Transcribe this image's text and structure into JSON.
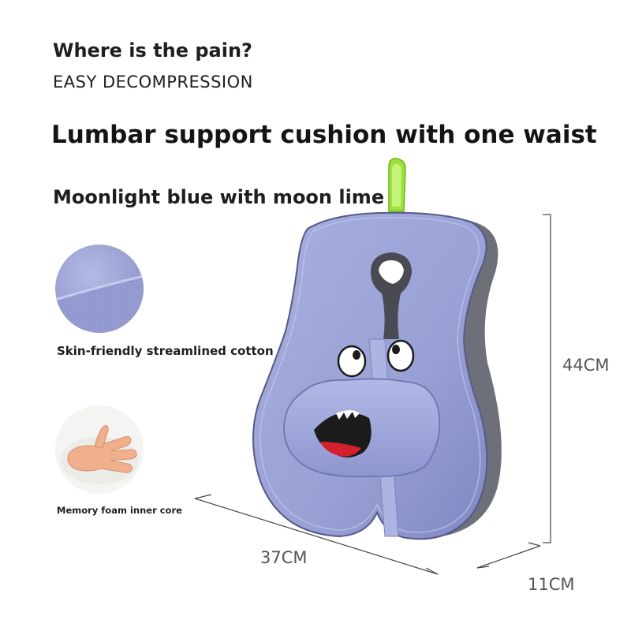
{
  "texts": {
    "question": "Where is the pain?",
    "tagline": "EASY DECOMPRESSION",
    "headline": "Lumbar support cushion with one waist",
    "color_name": "Moonlight blue with moon lime",
    "feature_1": "Skin-friendly streamlined cotton",
    "feature_2": "Memory foam inner core"
  },
  "dimensions": {
    "height": "44CM",
    "width": "37CM",
    "depth": "11CM"
  },
  "colors": {
    "cushion": "#9aa3d6",
    "cushion_side": "#6e7079",
    "hang_loop": "#9be33a",
    "text": "#1e1e1e",
    "dimension_text": "#555555"
  },
  "icons": {
    "fabric_thumbnail": "fabric-swatch-icon",
    "foam_thumbnail": "hand-press-foam-icon"
  }
}
